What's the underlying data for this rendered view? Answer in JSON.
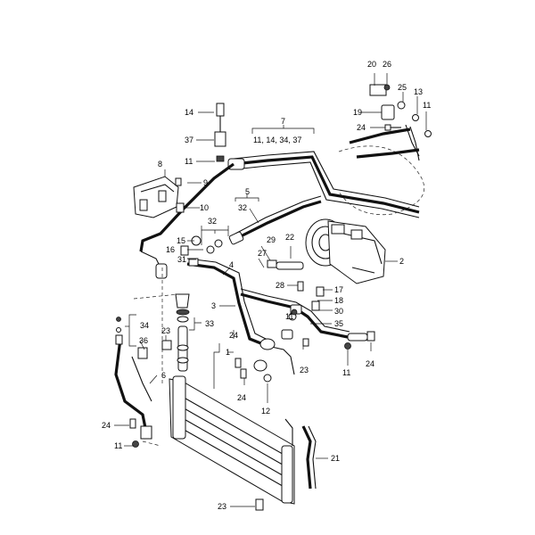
{
  "labels": {
    "l1": "1",
    "l2": "2",
    "l3": "3",
    "l4": "4",
    "l5": "5",
    "l6": "6",
    "l7": "7",
    "l7sub": "11, 14, 34, 37",
    "l8": "8",
    "l9": "9",
    "l10": "10",
    "l11a": "11",
    "l11b": "11",
    "l11c": "11",
    "l11d": "11",
    "l11e": "11",
    "l12": "12",
    "l13": "13",
    "l14": "14",
    "l15": "15",
    "l16": "16",
    "l17": "17",
    "l18": "18",
    "l19": "19",
    "l20": "20",
    "l21": "21",
    "l22": "22",
    "l23a": "23",
    "l23b": "23",
    "l23c": "23",
    "l24a": "24",
    "l24b": "24",
    "l24c": "24",
    "l24d": "24",
    "l24e": "24",
    "l25": "25",
    "l26": "26",
    "l27": "27",
    "l28": "28",
    "l29": "29",
    "l30": "30",
    "l31": "31",
    "l32a": "32",
    "l32b": "32",
    "l33": "33",
    "l34": "34",
    "l35": "35",
    "l36": "36",
    "l37": "37"
  }
}
